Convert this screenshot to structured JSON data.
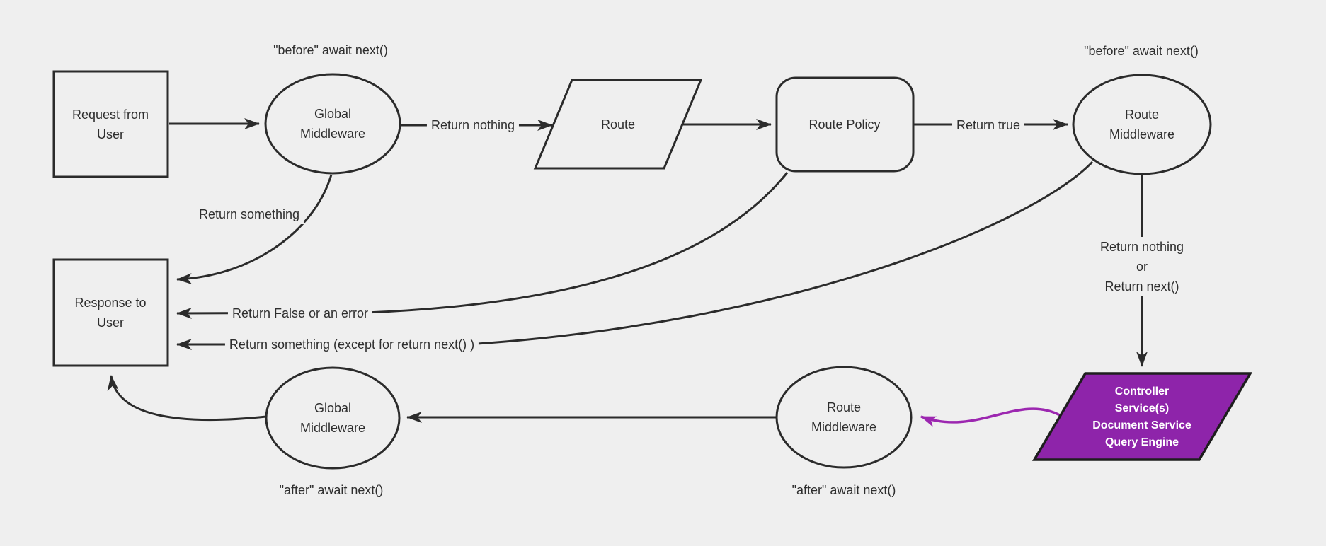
{
  "diagram": {
    "colors": {
      "background": "#efefef",
      "stroke": "#2b2b2b",
      "text": "#2e2e2e",
      "purple_fill": "#8e24aa",
      "purple_stroke": "#9c27b0",
      "purple_node_text": "#ffffff"
    },
    "nodes": {
      "request": {
        "label": "Request from\nUser",
        "shape": "rectangle"
      },
      "global_middleware_top": {
        "label": "Global\nMiddleware",
        "shape": "ellipse"
      },
      "route": {
        "label": "Route",
        "shape": "parallelogram"
      },
      "route_policy": {
        "label": "Route Policy",
        "shape": "rounded-rectangle"
      },
      "route_middleware_top": {
        "label": "Route\nMiddleware",
        "shape": "ellipse"
      },
      "response": {
        "label": "Response to\nUser",
        "shape": "rectangle"
      },
      "global_middleware_bottom": {
        "label": "Global\nMiddleware",
        "shape": "ellipse"
      },
      "route_middleware_bottom": {
        "label": "Route\nMiddleware",
        "shape": "ellipse"
      },
      "controller": {
        "label": "Controller\nService(s)\nDocument Service\nQuery Engine",
        "shape": "parallelogram"
      }
    },
    "edge_labels": {
      "before_global": "\"before\" await next()",
      "before_route": "\"before\" await next()",
      "return_nothing": "Return nothing",
      "return_true": "Return true",
      "return_something": "Return something",
      "return_false": "Return False or an error",
      "return_something_except": "Return something (except for return next() )",
      "return_nothing_or_next": "Return nothing\nor\nReturn next()",
      "after_global": "\"after\" await next()",
      "after_route": "\"after\" await next()"
    }
  }
}
